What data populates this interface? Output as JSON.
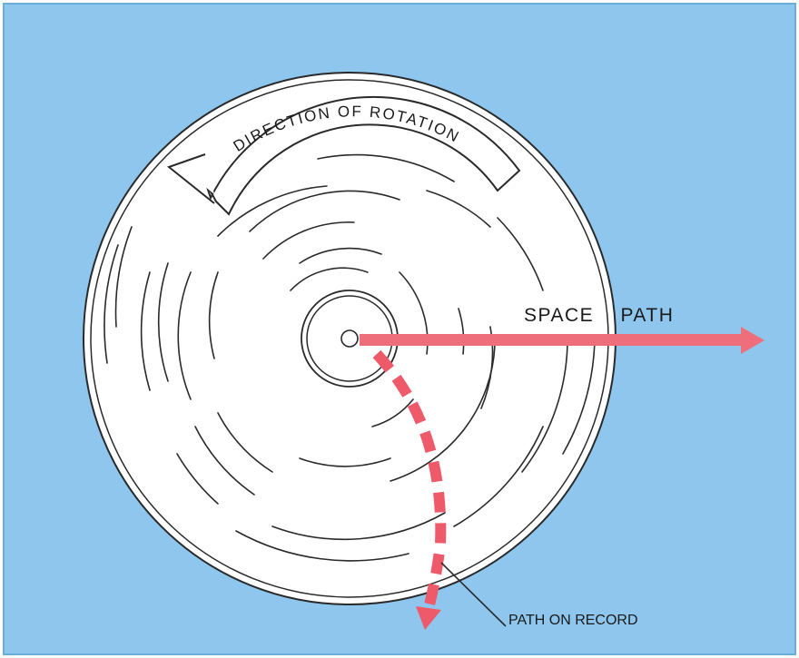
{
  "labels": {
    "rotation": "DIRECTION OF ROTATION",
    "space_path": "SPACE PATH",
    "record_path": "PATH ON RECORD"
  },
  "colors": {
    "background": "#8ec6ee",
    "disc": "#ffffff",
    "outline": "#2a2a2a",
    "space_path": "#ee6f7b",
    "record_path": "#ee5a6a"
  }
}
